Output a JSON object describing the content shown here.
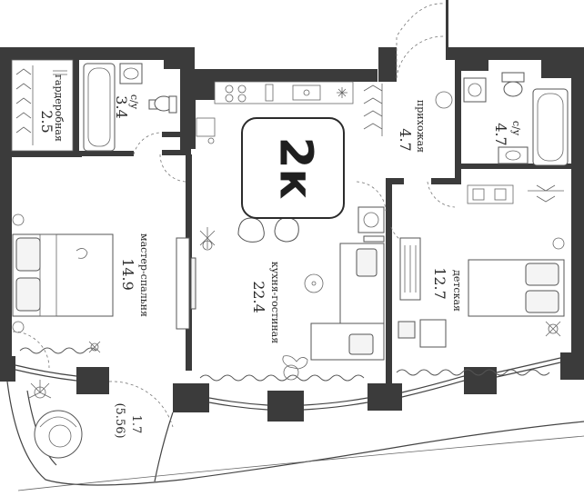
{
  "badge": {
    "label": "2к"
  },
  "rooms": {
    "wardrobe": {
      "name": "гардеробная",
      "area": "2.5"
    },
    "bath_left": {
      "name": "с/у",
      "area": "3.4"
    },
    "master_bedroom": {
      "name": "мастер-спальня",
      "area": "14.9"
    },
    "kitchen_living": {
      "name": "кухня-гостиная",
      "area": "22.4"
    },
    "hallway": {
      "name": "прихожая",
      "area": "4.7"
    },
    "bath_right": {
      "name": "с/у",
      "area": "4.7"
    },
    "kids_room": {
      "name": "детская",
      "area": "12.7"
    },
    "balcony": {
      "area": "1.7",
      "area_reduced": "(5.56)"
    }
  },
  "colors": {
    "wall": "#3b3b3b",
    "line": "#555555",
    "background": "#ffffff"
  }
}
